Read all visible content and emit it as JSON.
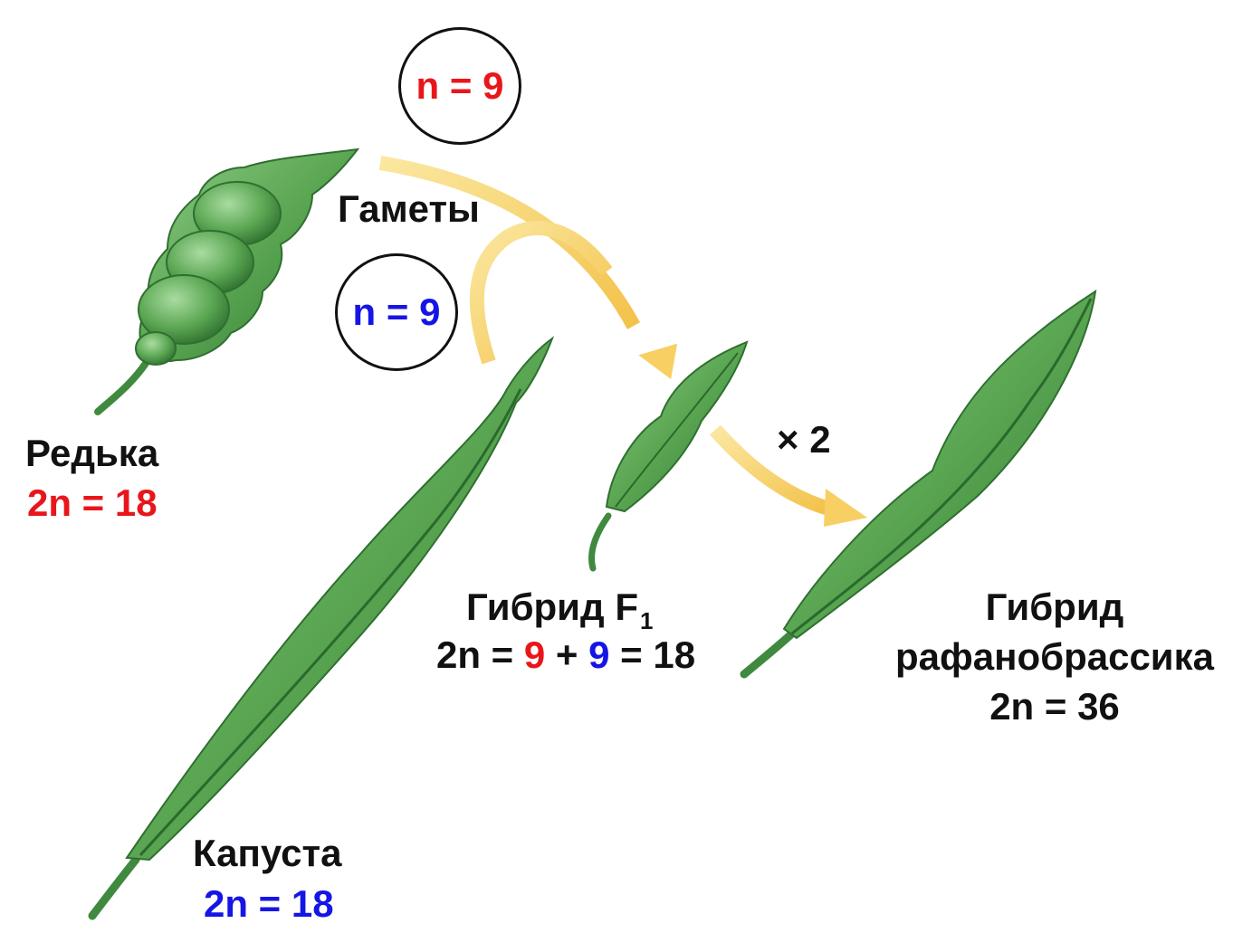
{
  "gamete_red": {
    "label": "n = 9"
  },
  "gamete_blue": {
    "label": "n = 9"
  },
  "gametes_label": "Гаметы",
  "radish": {
    "name": "Редька",
    "chromosomes": "2n = 18",
    "color": "#e8161b"
  },
  "cabbage": {
    "name": "Капуста",
    "chromosomes": "2n = 18",
    "color": "#1515e6"
  },
  "hybrid_f1": {
    "name": "Гибрид F",
    "subscript": "1",
    "formula_prefix": "2n = ",
    "red_term": "9",
    "plus": " + ",
    "blue_term": "9",
    "formula_suffix": " = 18"
  },
  "doubling": "× 2",
  "raphanobrassica": {
    "line1": "Гибрид",
    "line2": "рафанобрассика",
    "chromosomes": "2n = 36"
  },
  "colors": {
    "pod_green": "#4f9a47",
    "arrow": "#f7cf63",
    "red": "#e8161b",
    "blue": "#1515e6"
  }
}
